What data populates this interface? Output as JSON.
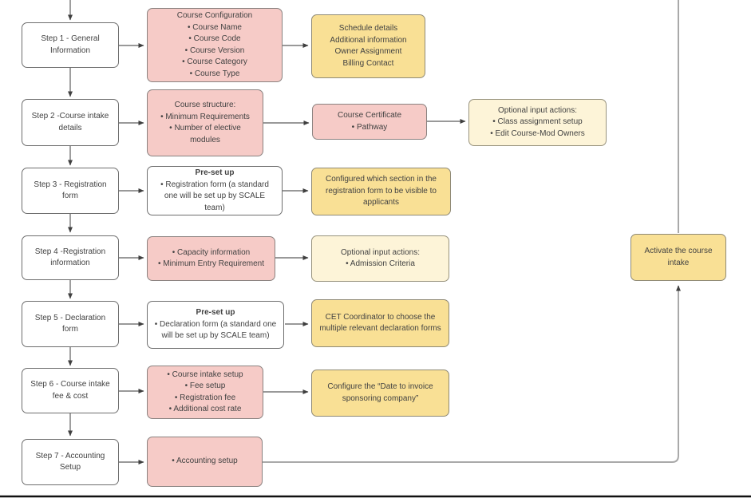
{
  "colors": {
    "node_pink": "#f6cbc7",
    "node_yellow": "#f9e095",
    "node_cream": "#fdf4d8",
    "node_white": "#ffffff",
    "connector": "#5c5c5c",
    "long_connector": "#a9a9a9",
    "page_divider": "#111111"
  },
  "steps": [
    {
      "label": "Step 1 - General Information"
    },
    {
      "label": "Step 2 -Course intake details"
    },
    {
      "label": "Step 3 - Registration form"
    },
    {
      "label": "Step 4 -Registration information"
    },
    {
      "label": "Step 5 - Declaration form"
    },
    {
      "label": "Step 6 - Course intake fee & cost"
    },
    {
      "label": "Step 7 - Accounting Setup"
    }
  ],
  "nodes": {
    "course_config": {
      "title": "Course Configuration",
      "items": [
        "• Course Name",
        "• Course Code",
        "• Course Version",
        "• Course Category",
        "• Course Type"
      ]
    },
    "schedule": {
      "lines": [
        "Schedule details",
        "Additional information",
        "Owner Assignment",
        "Billing Contact"
      ]
    },
    "course_structure": {
      "title": "Course structure:",
      "items": [
        "• Minimum Requirements",
        "• Number of elective modules"
      ]
    },
    "certificate": {
      "title": "Course Certificate",
      "items": [
        "• Pathway"
      ]
    },
    "optional_actions_1": {
      "title": "Optional input actions:",
      "items": [
        "• Class assignment setup",
        "• Edit Course-Mod Owners"
      ]
    },
    "preset_registration": {
      "title": "Pre-set up",
      "items": [
        "• Registration form (a standard one will be set up by SCALE team)"
      ]
    },
    "configured_section": {
      "text": "Configured which section in the registration form to be visible to applicants"
    },
    "capacity": {
      "items": [
        "• Capacity information",
        "• Minimum Entry Requirement"
      ]
    },
    "optional_actions_2": {
      "title": "Optional input actions:",
      "items": [
        "• Admission Criteria"
      ]
    },
    "preset_declaration": {
      "title": "Pre-set up",
      "items": [
        "• Declaration form (a standard one will be set up by SCALE team)"
      ]
    },
    "cet_coordinator": {
      "text": "CET Coordinator to choose the multiple relevant declaration forms"
    },
    "intake_fee": {
      "items": [
        "• Course intake setup",
        "• Fee setup",
        "• Registration fee",
        "• Additional cost rate"
      ]
    },
    "invoice": {
      "text": "Configure the “Date to invoice sponsoring company”"
    },
    "accounting": {
      "items": [
        "• Accounting setup"
      ]
    },
    "activate": {
      "text": "Activate the course intake"
    }
  }
}
